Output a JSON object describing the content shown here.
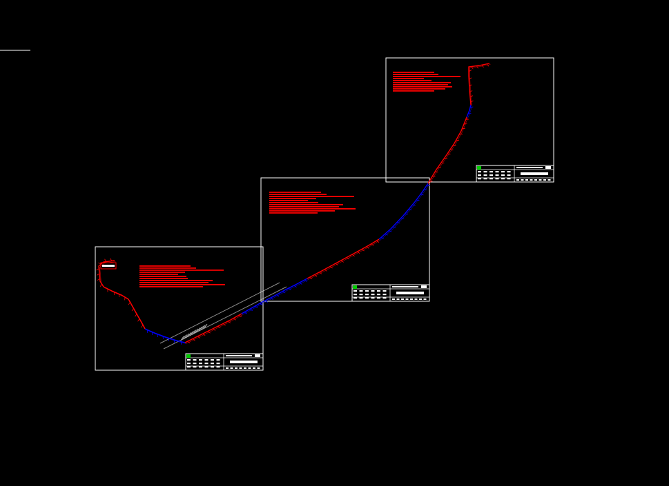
{
  "colors": {
    "background": "#000000",
    "frame": "#ffffff",
    "route_red": "#ff0000",
    "route_blue": "#0000ff",
    "notes_red": "#ff0000",
    "logo_green": "#00cc00",
    "road": "#8c8c8c",
    "hatch": "#bbbbbb"
  },
  "sheets": [
    {
      "id": "sheet-1",
      "note_lines": 11
    },
    {
      "id": "sheet-2",
      "note_lines": 11
    },
    {
      "id": "sheet-3",
      "note_lines": 10
    }
  ]
}
